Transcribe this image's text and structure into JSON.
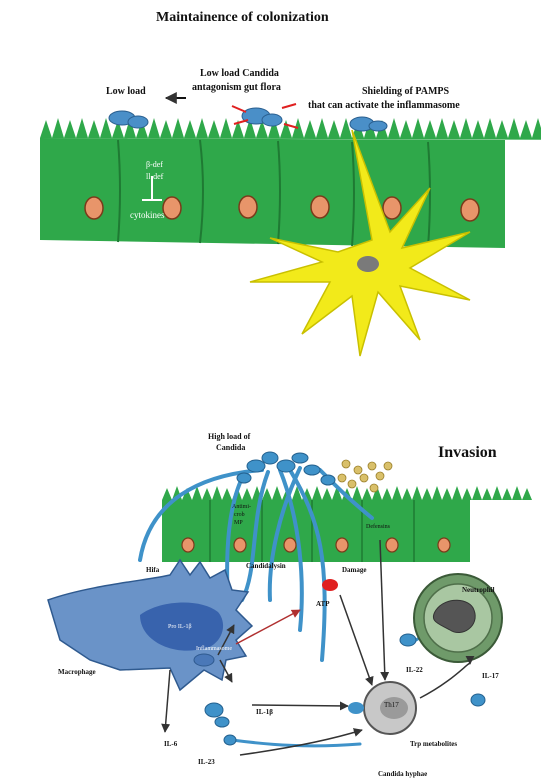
{
  "panel_top": {
    "title": "Maintainence of colonization",
    "label_low_load": "Low load",
    "label_low_load_candida": "Low load Candida",
    "label_antagonism": "antagonism gut flora",
    "label_shielding": "Shielding of PAMPS",
    "label_inflammasome": "that can activate the inflammasome",
    "label_cell_1": "β-def",
    "label_cell_2": "ll-def",
    "label_cytokines": "cytokines"
  },
  "panel_bottom": {
    "title": "Invasion",
    "label_high_load": "High load of",
    "label_candida": "Candida",
    "label_epithelial_1": "Antimi-",
    "label_epithelial_2": "crob",
    "label_epithelial_3": "MP",
    "label_defensins": "Defensins",
    "label_hifa": "Hifa",
    "label_candidalysin": "Candidalysin",
    "label_damage": "Damage",
    "label_atp": "ATP",
    "label_macrophage": "Macrophage",
    "label_inflammasome": "Inflammasome",
    "label_pro_il": "Pro IL-1β",
    "label_neutrophil": "Neutrophil",
    "label_il22_right": "IL-22",
    "label_il17": "IL-17",
    "label_il1b": "IL-1β",
    "label_il6": "IL-6",
    "label_il23": "IL-23",
    "label_th17": "Th17",
    "label_trp": "Trp metabolites",
    "label_candida_hyphae": "Candida hyphae"
  },
  "colors": {
    "epithelium": "#2fa84a",
    "epithelium_dark": "#1f7a33",
    "nucleus": "#e8956a",
    "dendritic_cell": "#f2ea1a",
    "candida": "#4a8fc8",
    "macrophage": "#6a93c8",
    "neutrophil": "#6f9a6a",
    "damage": "#e02020"
  }
}
